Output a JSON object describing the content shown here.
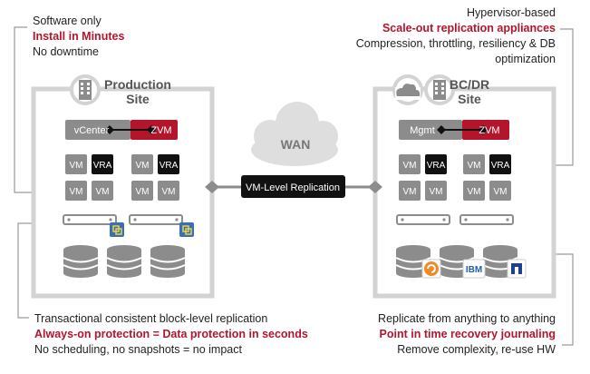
{
  "callouts": {
    "top_left": {
      "line1": "Software only",
      "line2": "Install in Minutes",
      "line3": "No downtime"
    },
    "top_right": {
      "line1": "Hypervisor-based",
      "line2": "Scale-out replication appliances",
      "line3": "Compression, throttling, resiliency & DB",
      "line4": "optimization"
    },
    "bottom_left": {
      "line1": "Transactional consistent block-level replication",
      "line2": "Always-on protection = Data protection in seconds",
      "line3": "No scheduling, no snapshots = no impact"
    },
    "bottom_right": {
      "line1": "Replicate from anything to anything",
      "line2": "Point in time recovery journaling",
      "line3": "Remove complexity, re-use HW"
    }
  },
  "production_site": {
    "title_line1": "Production",
    "title_line2": "Site",
    "manager": "vCenter",
    "zvm": "ZVM",
    "vm": "VM",
    "vra": "VRA"
  },
  "dr_site": {
    "title_line1": "BC/DR",
    "title_line2": "Site",
    "manager": "Mgmt",
    "zvm": "ZVM",
    "vm": "VM",
    "vra": "VRA",
    "ibm_logo": "IBM"
  },
  "wan": {
    "label": "WAN",
    "replication_label": "VM-Level Replication"
  },
  "colors": {
    "accent_red": "#b5152b",
    "gray": "#8c8c8c",
    "dark": "#111111",
    "site_border": "#d0d0d0"
  }
}
